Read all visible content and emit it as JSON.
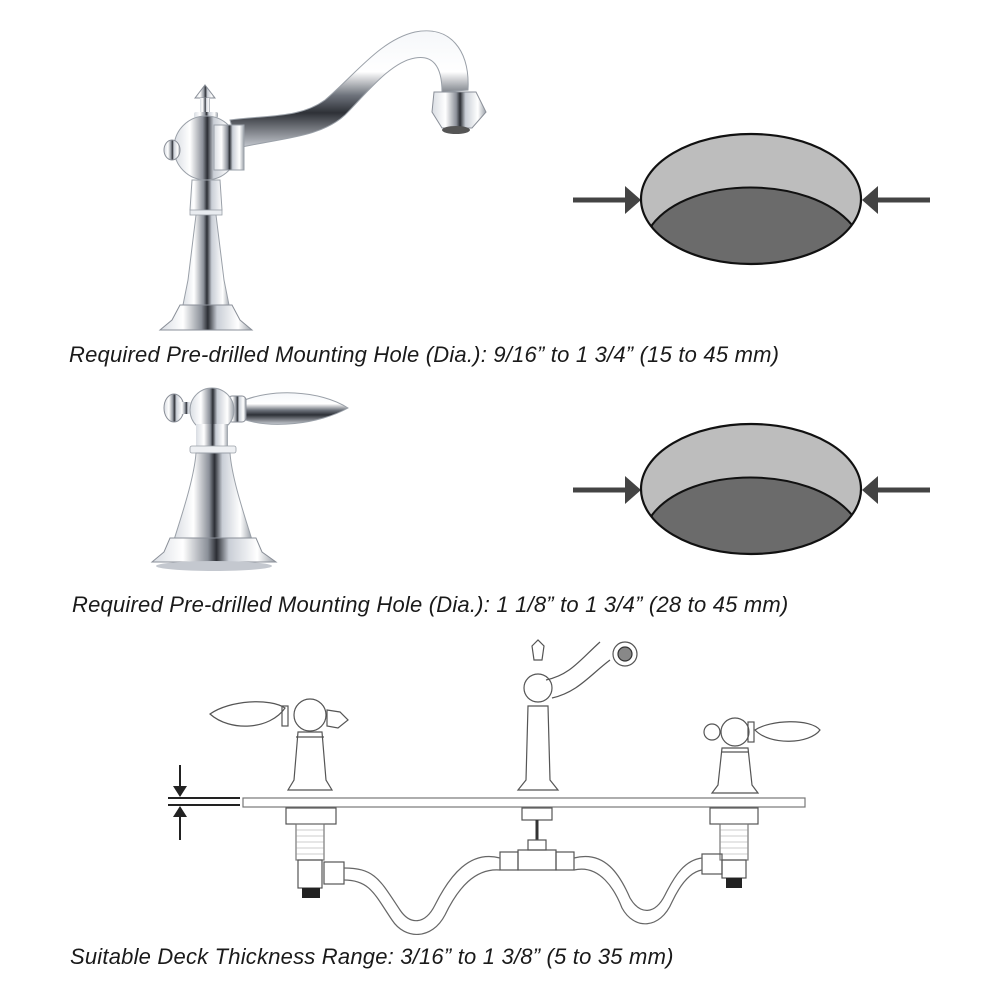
{
  "sections": [
    {
      "id": "spout",
      "caption": "Required Pre-drilled Mounting Hole (Dia.): 9/16” to 1 3/4” (15 to 45 mm)",
      "product": "spout-faucet",
      "hole_diagram": "mounting-hole"
    },
    {
      "id": "handle",
      "caption": "Required Pre-drilled Mounting Hole (Dia.): 1 1/8” to 1 3/4” (28 to 45 mm)",
      "product": "handle-valve",
      "hole_diagram": "mounting-hole"
    },
    {
      "id": "deck",
      "caption": "Suitable Deck Thickness Range: 3/16” to 1 3/8” (5 to 35 mm)",
      "product": "widespread-faucet-assembly-line-drawing",
      "hole_diagram": "deck-thickness-indicator"
    }
  ],
  "colors": {
    "hole_rim": "#bdbdbd",
    "hole_inner": "#6b6b6b",
    "arrow": "#444444",
    "outline": "#111111",
    "chrome_light": "#f2f4f7",
    "chrome_dark": "#3a3d44",
    "text": "#1a1a1a"
  }
}
